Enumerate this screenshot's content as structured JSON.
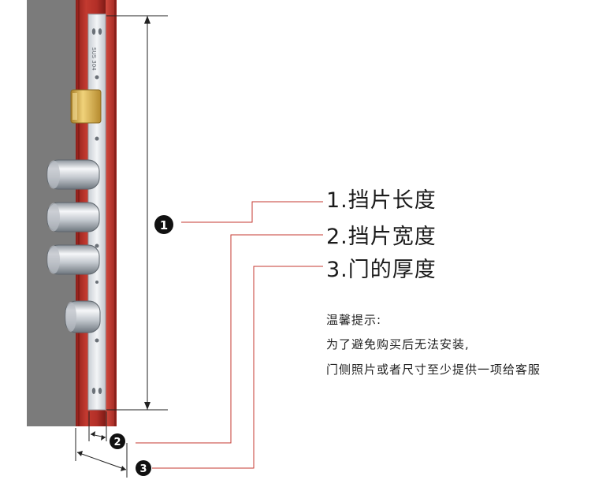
{
  "labels": {
    "length": "1.挡片长度",
    "width": "2.挡片宽度",
    "thickness": "3.门的厚度"
  },
  "badges": {
    "one": "1",
    "two": "2",
    "three": "3"
  },
  "plate_stamp": "SUS 304",
  "notice": {
    "title": "温馨提示:",
    "line1": "为了避免购买后无法安装,",
    "line2": "门侧照片或者尺寸至少提供一项给客服"
  },
  "colors": {
    "door_red": "#b8312b",
    "wall_gray": "#7a7a7a",
    "leader_red": "#c43a32",
    "steel": "#d9dde2",
    "brass": "#d6b04a"
  }
}
